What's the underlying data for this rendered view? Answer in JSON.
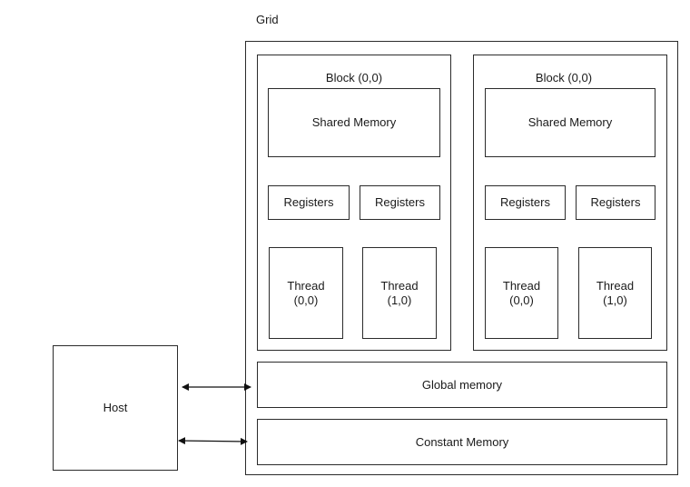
{
  "grid": {
    "title": "Grid"
  },
  "blocks": [
    {
      "title": "Block (0,0)",
      "shared_memory": "Shared Memory",
      "registers": [
        "Registers",
        "Registers"
      ],
      "threads": [
        {
          "line1": "Thread",
          "line2": "(0,0)"
        },
        {
          "line1": "Thread",
          "line2": "(1,0)"
        }
      ]
    },
    {
      "title": "Block (0,0)",
      "shared_memory": "Shared Memory",
      "registers": [
        "Registers",
        "Registers"
      ],
      "threads": [
        {
          "line1": "Thread",
          "line2": "(0,0)"
        },
        {
          "line1": "Thread",
          "line2": "(1,0)"
        }
      ]
    }
  ],
  "global_memory": "Global memory",
  "constant_memory": "Constant Memory",
  "host": "Host"
}
